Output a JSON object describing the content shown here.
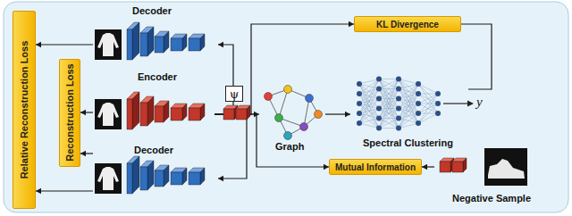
{
  "diagram": {
    "nodes": [
      {
        "text": [
          "Relative Reconstruction Loss"
        ]
      },
      {
        "text": [
          "Decoder"
        ]
      },
      {
        "text": [
          "Encoder"
        ]
      },
      {
        "text": [
          "Decoder"
        ]
      },
      {
        "text": [
          "Reconstruction Loss"
        ]
      },
      {
        "text": [
          "ψ"
        ]
      },
      {
        "text": [
          "KL Divergence"
        ]
      },
      {
        "text": [
          "Graph"
        ]
      },
      {
        "text": [
          "Spectral Clustering"
        ]
      },
      {
        "text": [
          "Mutual Information"
        ]
      },
      {
        "text": [
          "Negative Sample"
        ]
      }
    ],
    "edges": [
      {
        "from": 1,
        "to": 0,
        "arrow": "to"
      },
      {
        "from": 3,
        "to": 0,
        "arrow": "to"
      },
      {
        "from": 2,
        "to": 4,
        "arrow": "to"
      },
      {
        "from": 3,
        "to": 4,
        "arrow": "to"
      },
      {
        "from": 2,
        "to": 5,
        "arrow": "none"
      },
      {
        "from": 5,
        "to": 1,
        "arrow": "to"
      },
      {
        "from": 2,
        "to": 3,
        "arrow": "to"
      },
      {
        "from": 2,
        "to": 6,
        "arrow": "to"
      },
      {
        "from": 2,
        "to": 7,
        "arrow": "to"
      },
      {
        "from": 7,
        "to": 8,
        "arrow": "to"
      },
      {
        "from": 8,
        "to": 6,
        "arrow": "none"
      },
      {
        "from": 2,
        "to": 9,
        "arrow": "to"
      },
      {
        "from": 10,
        "to": 9,
        "arrow": "to"
      }
    ],
    "labels": [
      "y"
    ]
  }
}
